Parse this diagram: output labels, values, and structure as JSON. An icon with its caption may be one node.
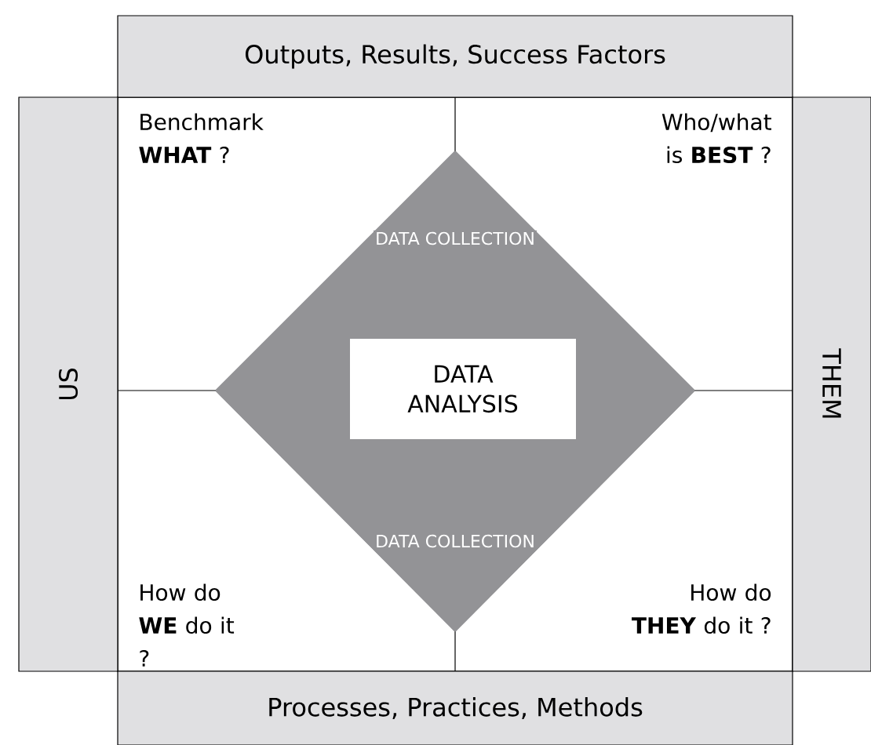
{
  "diagram": {
    "nodes": [
      {
        "text": [
          "Outputs, Results, Success Factors"
        ]
      },
      {
        "text": [
          "US"
        ]
      },
      {
        "text": [
          "THEM"
        ]
      },
      {
        "text": [
          "Processes, Practices, Methods"
        ]
      },
      {
        "text": [
          "DATA COLLECTION",
          "DATA COLLECTION"
        ]
      },
      {
        "text": [
          "DATA ANALYSIS"
        ],
        "in": 4
      }
    ],
    "labels": [
      "Benchmark **WHAT** ?",
      "Who/what is **BEST** ?",
      "How do **WE** do it ?",
      "How do **THEY** do it ?"
    ]
  }
}
